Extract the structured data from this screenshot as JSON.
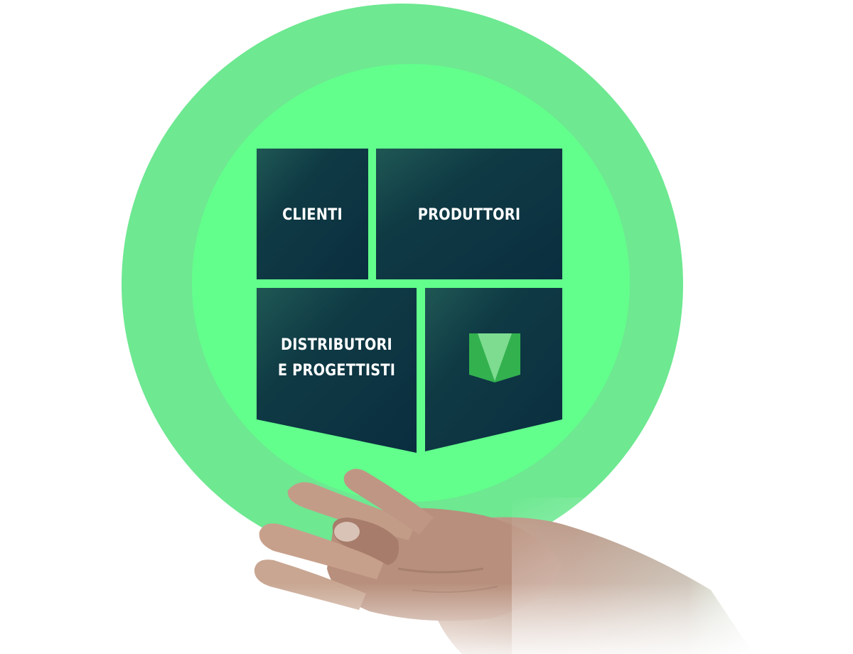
{
  "diagram": {
    "tiles": {
      "clients": {
        "label": "CLIENTI"
      },
      "producers": {
        "label": "PRODUTTORI"
      },
      "distributors": {
        "label_line1": "DISTRIBUTORI",
        "label_line2": "E PROGETTISTI"
      },
      "logo": {
        "icon": "shield-logo-icon"
      }
    },
    "illustration": {
      "icon": "open-palm-hand-icon"
    },
    "colors": {
      "outer_ring": "#6EE891",
      "inner_circle": "#62FF8C",
      "tile_dark": "#0B3040",
      "tile_highlight": "#1F5854",
      "logo_dark_green": "#33B14F",
      "logo_light_green": "#7DDC90",
      "label_text": "#FFFFFF"
    }
  }
}
